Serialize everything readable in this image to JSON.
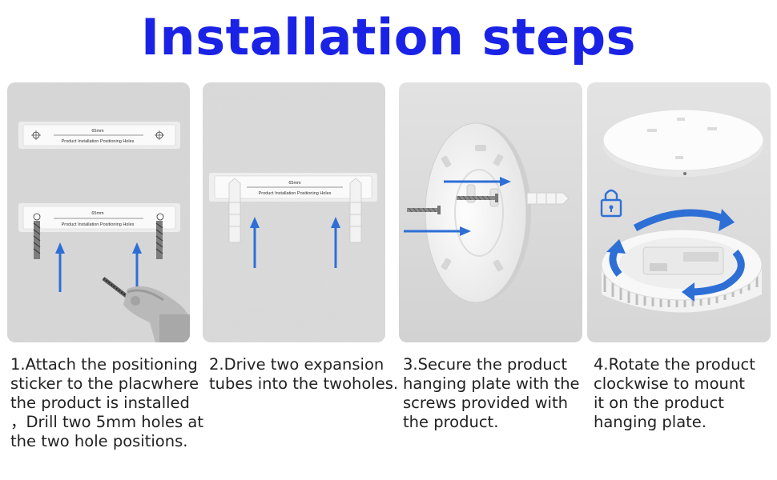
{
  "title": "Installation steps",
  "colors": {
    "title": "#1a22e6",
    "arrow": "#2e6fd6",
    "panel_wall": "#d9d9d9"
  },
  "sticker": {
    "distance": "65mm",
    "label": "Product Installation Positioning Holes"
  },
  "steps": [
    {
      "lines": [
        "1.Attach the positioning",
        "sticker to the placwhere",
        "the product is installed",
        "，Drill two 5mm holes at",
        "the two hole positions."
      ]
    },
    {
      "lines": [
        "2.Drive two expansion",
        "tubes into the twoholes."
      ]
    },
    {
      "lines": [
        "3.Secure the product",
        "hanging plate with the",
        "screws provided with",
        "the product."
      ]
    },
    {
      "lines": [
        "4.Rotate the product",
        "clockwise to mount",
        "it on the product",
        "hanging plate."
      ]
    }
  ],
  "icons": {
    "lock": "lock-icon",
    "rotate": "rotate-arrows-icon",
    "drill": "drill-icon"
  }
}
